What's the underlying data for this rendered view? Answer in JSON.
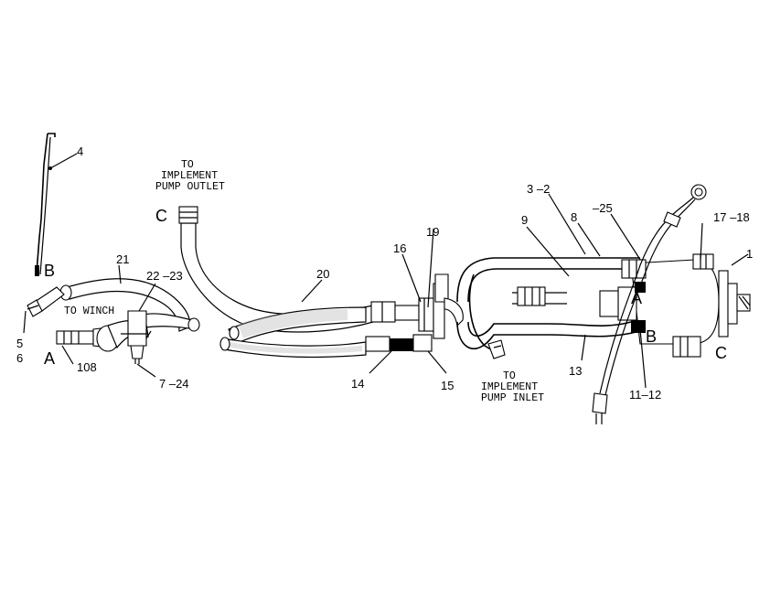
{
  "parts": {
    "p1": "1",
    "p3_2": "3 –2",
    "p4": "4",
    "p5": "5",
    "p6": "6",
    "p7_24": "7 –24",
    "p8": "8",
    "p9": "9",
    "p11_12": "11–12",
    "p13": "13",
    "p14": "14",
    "p15": "15",
    "p16": "16",
    "p17_18": "17 –18",
    "p19": "19",
    "p20": "20",
    "p21": "21",
    "p22_23": "22 –23",
    "p25": "–25",
    "p108": "108"
  },
  "letters": {
    "b_left": "B",
    "a_left": "A",
    "c_top": "C",
    "a_pump": "A",
    "b_pump": "B",
    "c_pump": "C"
  },
  "notes": {
    "outlet_line1": "TO",
    "outlet_line2": "IMPLEMENT",
    "outlet_line3": "PUMP OUTLET",
    "winch": "TO WINCH",
    "inlet_line1": "TO",
    "inlet_line2": "IMPLEMENT",
    "inlet_line3": "PUMP INLET"
  }
}
